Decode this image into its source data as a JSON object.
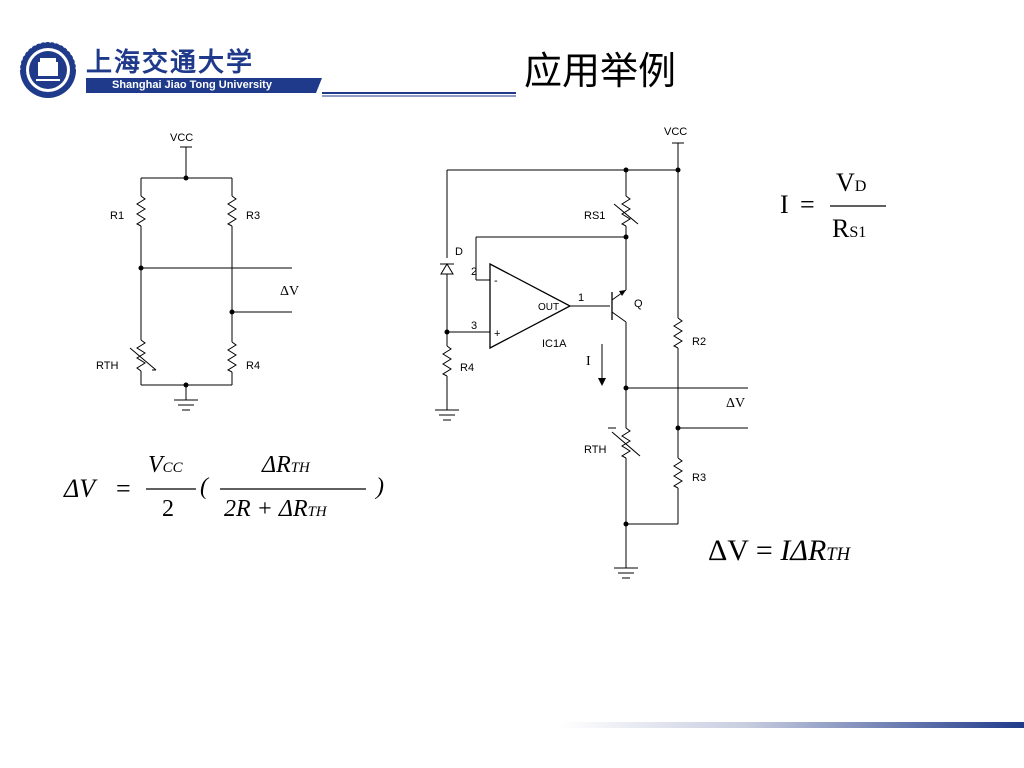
{
  "header": {
    "university_cn": "上海交通大学",
    "university_en": "Shanghai Jiao Tong University",
    "title": "应用举例",
    "accent_color": "#1f3a8a"
  },
  "circuit_left": {
    "vcc": "VCC",
    "r1": "R1",
    "r3": "R3",
    "rth": "RTH",
    "r4": "R4",
    "delta_v": "ΔV"
  },
  "circuit_right": {
    "vcc": "VCC",
    "rs1": "RS1",
    "d": "D",
    "pin2": "2",
    "pin3": "3",
    "pin1": "1",
    "minus": "-",
    "plus": "+",
    "out": "OUT",
    "q": "Q",
    "ic": "IC1A",
    "i": "I",
    "r4": "R4",
    "r2": "R2",
    "r3": "R3",
    "rth": "RTH",
    "delta_v": "ΔV"
  },
  "formulas": {
    "left": {
      "lhs": "ΔV",
      "eq": "=",
      "num_v": "V",
      "num_sub": "CC",
      "den": "2",
      "open": "(",
      "num2": "ΔR",
      "num2_sub": "TH",
      "den2": "2R + ΔR",
      "den2_sub": "TH",
      "close": ")"
    },
    "current": {
      "lhs": "I",
      "eq": "=",
      "num": "V",
      "num_sub": "D",
      "den": "R",
      "den_sub": "S1"
    },
    "result": {
      "lhs": "ΔV",
      "eq": "=",
      "rhs": "IΔR",
      "rhs_sub": "TH"
    }
  }
}
